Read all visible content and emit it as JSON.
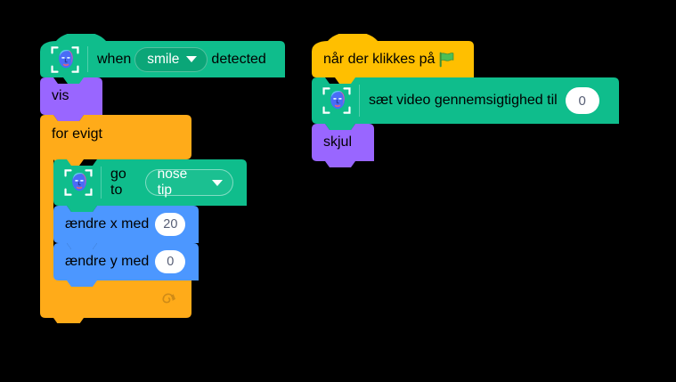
{
  "meta": {
    "app": "Scratch block editor workspace",
    "background_color": "#000000",
    "language": "Danish"
  },
  "palette": {
    "video_sensing_green": "#0fbd8c",
    "control_orange": "#ffab19",
    "looks_purple": "#9966ff",
    "motion_blue": "#4c97ff",
    "events_yellow": "#ffbf00",
    "input_text": "#575e75",
    "input_fill": "#ffffff",
    "flag_green": "#4cbf56"
  },
  "scripts": [
    {
      "id": "script-smile",
      "blocks": [
        {
          "id": "when-smile-detected",
          "type": "hat",
          "category": "video-sensing",
          "icon": "face-detection-icon",
          "text_before": "when",
          "dropdown_value": "smile",
          "text_after": "detected"
        },
        {
          "id": "vis",
          "type": "stack",
          "category": "looks",
          "label": "vis"
        },
        {
          "id": "for-evigt",
          "type": "c-block",
          "category": "control",
          "label": "for evigt",
          "footer_icon": "loop-arrow-icon",
          "children": [
            {
              "id": "go-to-nose-tip",
              "type": "stack",
              "category": "video-sensing",
              "icon": "face-detection-icon",
              "text_before": "go to",
              "dropdown_value": "nose tip"
            },
            {
              "id": "change-x-by",
              "type": "stack",
              "category": "motion",
              "label": "ændre x med",
              "input_value": "20"
            },
            {
              "id": "change-y-by",
              "type": "stack",
              "category": "motion",
              "label": "ændre y med",
              "input_value": "0"
            }
          ]
        }
      ]
    },
    {
      "id": "script-green-flag",
      "blocks": [
        {
          "id": "when-flag-clicked",
          "type": "hat",
          "category": "events",
          "label": "når der klikkes på",
          "icon": "green-flag-icon"
        },
        {
          "id": "set-video-transparency",
          "type": "stack",
          "category": "video-sensing",
          "icon": "face-detection-icon",
          "label": "sæt video gennemsigtighed til",
          "input_value": "0"
        },
        {
          "id": "skjul",
          "type": "stack",
          "category": "looks",
          "label": "skjul"
        }
      ]
    }
  ]
}
